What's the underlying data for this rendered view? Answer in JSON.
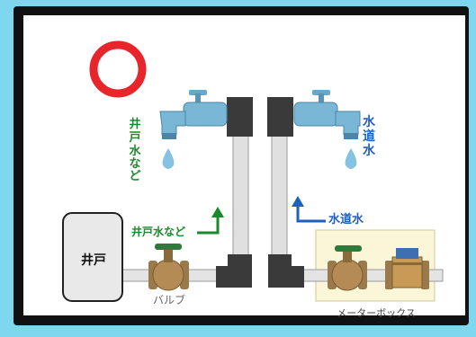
{
  "labels": {
    "well_water_etc_vertical": [
      "井",
      "戸",
      "水",
      "な",
      "ど"
    ],
    "tap_water_vertical": [
      "水",
      "道",
      "水"
    ],
    "well_water_etc": "井戸水など",
    "tap_water": "水道水",
    "well": "井戸",
    "valve": "バルブ",
    "meter_box": "メーターボックス"
  },
  "colors": {
    "green": "#1a8a2a",
    "blue": "#1f5fbf",
    "circle_red": "#e8252b"
  },
  "icons": [
    "ok-circle-mark",
    "faucet-icon",
    "water-drop-icon",
    "arrow-up-icon",
    "valve-icon",
    "water-meter-icon"
  ]
}
